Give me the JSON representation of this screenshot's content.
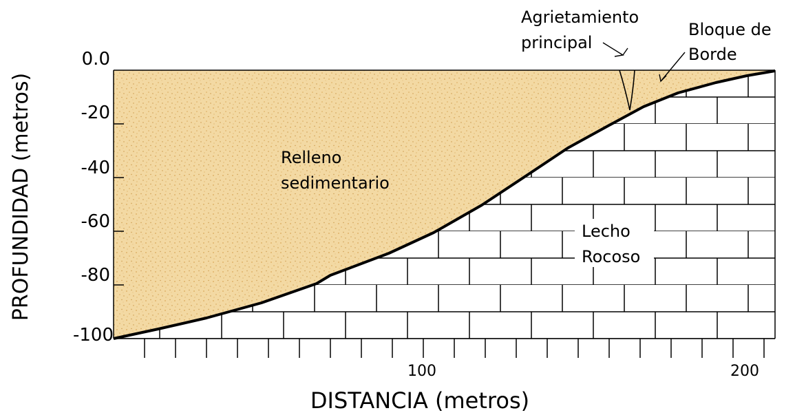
{
  "axes": {
    "y_title": "PROFUNDIDAD (metros)",
    "x_title": "DISTANCIA (metros)",
    "y_ticks": [
      "0.0",
      "-20",
      "-40",
      "-60",
      "-80",
      "-100"
    ],
    "x_ticks": [
      "100",
      "200"
    ]
  },
  "labels": {
    "fill": [
      "Relleno",
      "sedimentario"
    ],
    "bedrock": [
      "Lecho",
      "Rocoso"
    ],
    "crack": [
      "Agrietamiento",
      "principal"
    ],
    "edge_block": [
      "Bloque de",
      "Borde"
    ]
  },
  "colors": {
    "sediment": "#f3d9a3",
    "sediment_dots": "#d9a85a",
    "line": "#000000",
    "bedrock": "#ffffff"
  }
}
